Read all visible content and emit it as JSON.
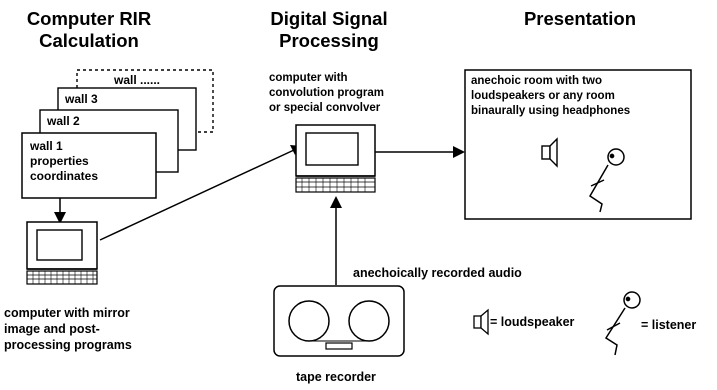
{
  "headings": {
    "rir_line1": "Computer RIR",
    "rir_line2": "Calculation",
    "dsp_line1": "Digital Signal",
    "dsp_line2": "Processing",
    "presentation": "Presentation"
  },
  "walls": {
    "wall_n": "wall ......",
    "wall_3": "wall 3",
    "wall_2": "wall 2",
    "wall_1_line1": "wall 1",
    "wall_1_line2": "properties",
    "wall_1_line3": "coordinates"
  },
  "labels": {
    "convolver_line1": "computer with",
    "convolver_line2": "convolution program",
    "convolver_line3": "or special convolver",
    "room_line1": "anechoic room with two",
    "room_line2": "loudspeakers or any room",
    "room_line3": "binaurally using headphones",
    "mirror_line1": "computer with mirror",
    "mirror_line2": "image and post-",
    "mirror_line3": "processing programs",
    "audio": "anechoically recorded audio",
    "tape": "tape recorder"
  },
  "legend": {
    "loudspeaker": "= loudspeaker",
    "listener": "= listener"
  }
}
